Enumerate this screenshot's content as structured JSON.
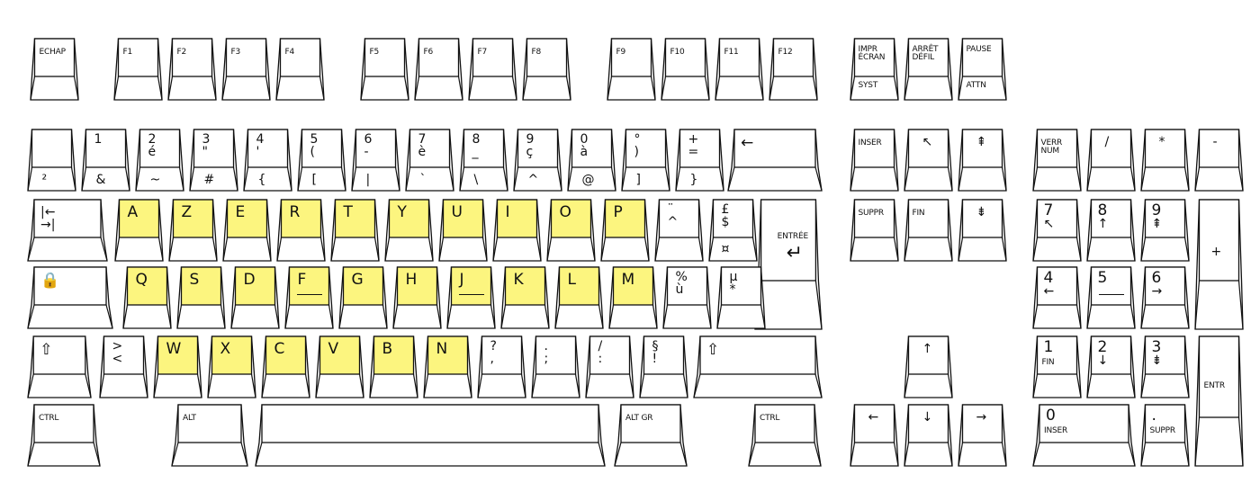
{
  "colors": {
    "highlight": "#fcf57f",
    "outline": "#111111",
    "background": "#ffffff"
  },
  "keys": {
    "echap": {
      "label": "ECHAP"
    },
    "f1": {
      "label": "F1"
    },
    "f2": {
      "label": "F2"
    },
    "f3": {
      "label": "F3"
    },
    "f4": {
      "label": "F4"
    },
    "f5": {
      "label": "F5"
    },
    "f6": {
      "label": "F6"
    },
    "f7": {
      "label": "F7"
    },
    "f8": {
      "label": "F8"
    },
    "f9": {
      "label": "F9"
    },
    "f10": {
      "label": "F10"
    },
    "f11": {
      "label": "F11"
    },
    "f12": {
      "label": "F12"
    },
    "impr": {
      "top": "IMPR\nÉCRAN",
      "bottom": "SYST"
    },
    "arret": {
      "top": "ARRÊT\nDÉFIL"
    },
    "pause": {
      "top": "PAUSE",
      "bottom": "ATTN"
    },
    "sup2": {
      "top": "",
      "bottom": "²"
    },
    "k1": {
      "top": "1",
      "bottom": "&"
    },
    "k2": {
      "top": "2",
      "mid": "é",
      "bottom": "~"
    },
    "k3": {
      "top": "3",
      "mid": "\"",
      "bottom": "#"
    },
    "k4": {
      "top": "4",
      "mid": "'",
      "bottom": "{"
    },
    "k5": {
      "top": "5",
      "mid": "(",
      "bottom": "["
    },
    "k6": {
      "top": "6",
      "mid": "-",
      "bottom": "|"
    },
    "k7": {
      "top": "7",
      "mid": "è",
      "bottom": "`"
    },
    "k8": {
      "top": "8",
      "mid": "_",
      "bottom": "\\"
    },
    "k9": {
      "top": "9",
      "mid": "ç",
      "bottom": "^"
    },
    "k0": {
      "top": "0",
      "mid": "à",
      "bottom": "@"
    },
    "kdeg": {
      "top": "°",
      "mid": ")",
      "bottom": "]"
    },
    "kplus": {
      "top": "+",
      "mid": "=",
      "bottom": "}"
    },
    "backspace": {
      "label": "←"
    },
    "tab": {
      "label": "|←\n→|"
    },
    "a": {
      "label": "A"
    },
    "z": {
      "label": "Z"
    },
    "e": {
      "label": "E"
    },
    "r": {
      "label": "R"
    },
    "t": {
      "label": "T"
    },
    "y": {
      "label": "Y"
    },
    "u": {
      "label": "U"
    },
    "i": {
      "label": "I"
    },
    "o": {
      "label": "O"
    },
    "p": {
      "label": "P"
    },
    "circ": {
      "top": "¨",
      "mid": "^"
    },
    "dollar": {
      "top": "£",
      "mid": "$",
      "bottom": "¤"
    },
    "entree": {
      "label": "ENTRÉE",
      "arrow": "↵"
    },
    "caps": {
      "label": "🔒"
    },
    "q": {
      "label": "Q"
    },
    "s": {
      "label": "S"
    },
    "d": {
      "label": "D"
    },
    "f": {
      "label": "F"
    },
    "g": {
      "label": "G"
    },
    "h": {
      "label": "H"
    },
    "j": {
      "label": "J"
    },
    "k": {
      "label": "K"
    },
    "l": {
      "label": "L"
    },
    "m": {
      "label": "M"
    },
    "ugrave": {
      "top": "%",
      "mid": "ù"
    },
    "mu": {
      "top": "µ",
      "mid": "*"
    },
    "lshift": {
      "label": "⇧"
    },
    "lt": {
      "top": ">",
      "mid": "<"
    },
    "w": {
      "label": "W"
    },
    "x": {
      "label": "X"
    },
    "c": {
      "label": "C"
    },
    "v": {
      "label": "V"
    },
    "b": {
      "label": "B"
    },
    "n": {
      "label": "N"
    },
    "comma": {
      "top": "?",
      "mid": ","
    },
    "semicolon": {
      "top": ".",
      "mid": ";"
    },
    "colon": {
      "top": "/",
      "mid": ":"
    },
    "excl": {
      "top": "§",
      "mid": "!"
    },
    "rshift": {
      "label": "⇧"
    },
    "lctrl": {
      "label": "CTRL"
    },
    "alt": {
      "label": "ALT"
    },
    "space": {
      "label": ""
    },
    "altgr": {
      "label": "ALT GR"
    },
    "rctrl": {
      "label": "CTRL"
    },
    "inser": {
      "label": "INSER"
    },
    "home": {
      "label": "↖"
    },
    "pgup": {
      "label": "⇞"
    },
    "suppr": {
      "label": "SUPPR"
    },
    "fin": {
      "label": "FIN"
    },
    "pgdn": {
      "label": "⇟"
    },
    "up": {
      "label": "↑"
    },
    "left": {
      "label": "←"
    },
    "down": {
      "label": "↓"
    },
    "right": {
      "label": "→"
    },
    "numlock": {
      "label": "VERR\nNUM"
    },
    "kpdiv": {
      "label": "/"
    },
    "kpmul": {
      "label": "*"
    },
    "kpminus": {
      "label": "-"
    },
    "kp7": {
      "top": "7",
      "mid": "↖"
    },
    "kp8": {
      "top": "8",
      "mid": "↑"
    },
    "kp9": {
      "top": "9",
      "mid": "⇞"
    },
    "kpplus": {
      "label": "+"
    },
    "kp4": {
      "top": "4",
      "mid": "←"
    },
    "kp5": {
      "top": "5",
      "mid": ""
    },
    "kp6": {
      "top": "6",
      "mid": "→"
    },
    "kp1": {
      "top": "1",
      "mid": "FIN"
    },
    "kp2": {
      "top": "2",
      "mid": "↓"
    },
    "kp3": {
      "top": "3",
      "mid": "⇟"
    },
    "kpentr": {
      "label": "ENTR"
    },
    "kp0": {
      "top": "0",
      "mid": "INSER"
    },
    "kpdot": {
      "top": ".",
      "mid": "SUPPR"
    }
  }
}
